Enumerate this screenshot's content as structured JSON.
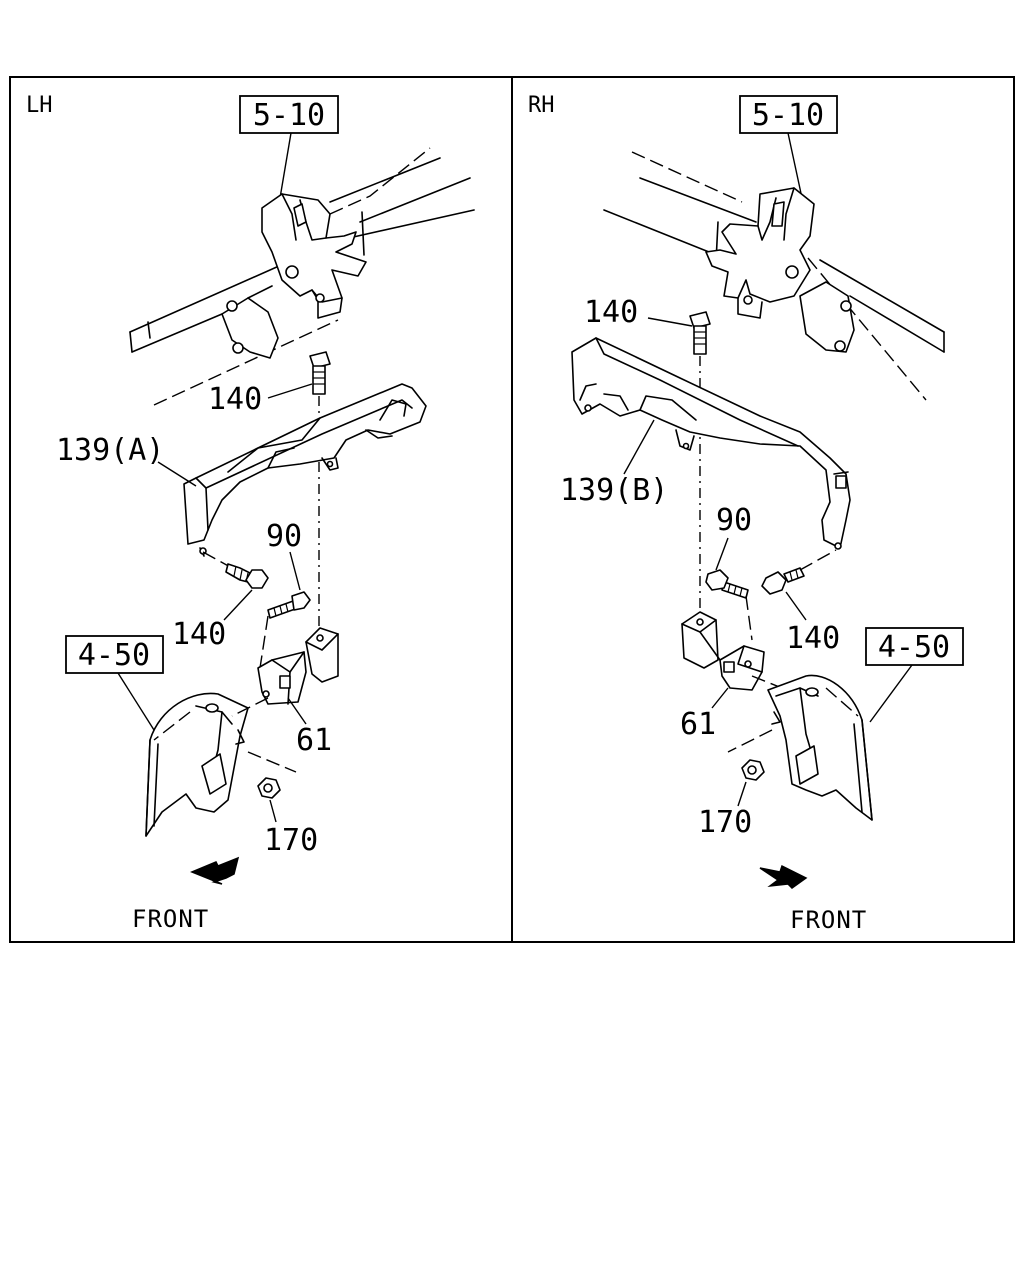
{
  "panels": {
    "left": {
      "side_label": "LH",
      "ref_top": "5-10",
      "ref_bottom": "4-50",
      "parts": {
        "bolt_top": "140",
        "bracket": "139(A)",
        "bolt_side": "140",
        "bolt_small": "90",
        "clip": "61",
        "nut": "170"
      },
      "direction": "FRONT"
    },
    "right": {
      "side_label": "RH",
      "ref_top": "5-10",
      "ref_bottom": "4-50",
      "parts": {
        "bolt_top": "140",
        "bracket": "139(B)",
        "bolt_side": "140",
        "bolt_small": "90",
        "clip": "61",
        "nut": "170"
      },
      "direction": "FRONT"
    }
  },
  "colors": {
    "line": "#000000",
    "background": "#ffffff"
  },
  "icons": [
    "front-arrow-icon"
  ]
}
